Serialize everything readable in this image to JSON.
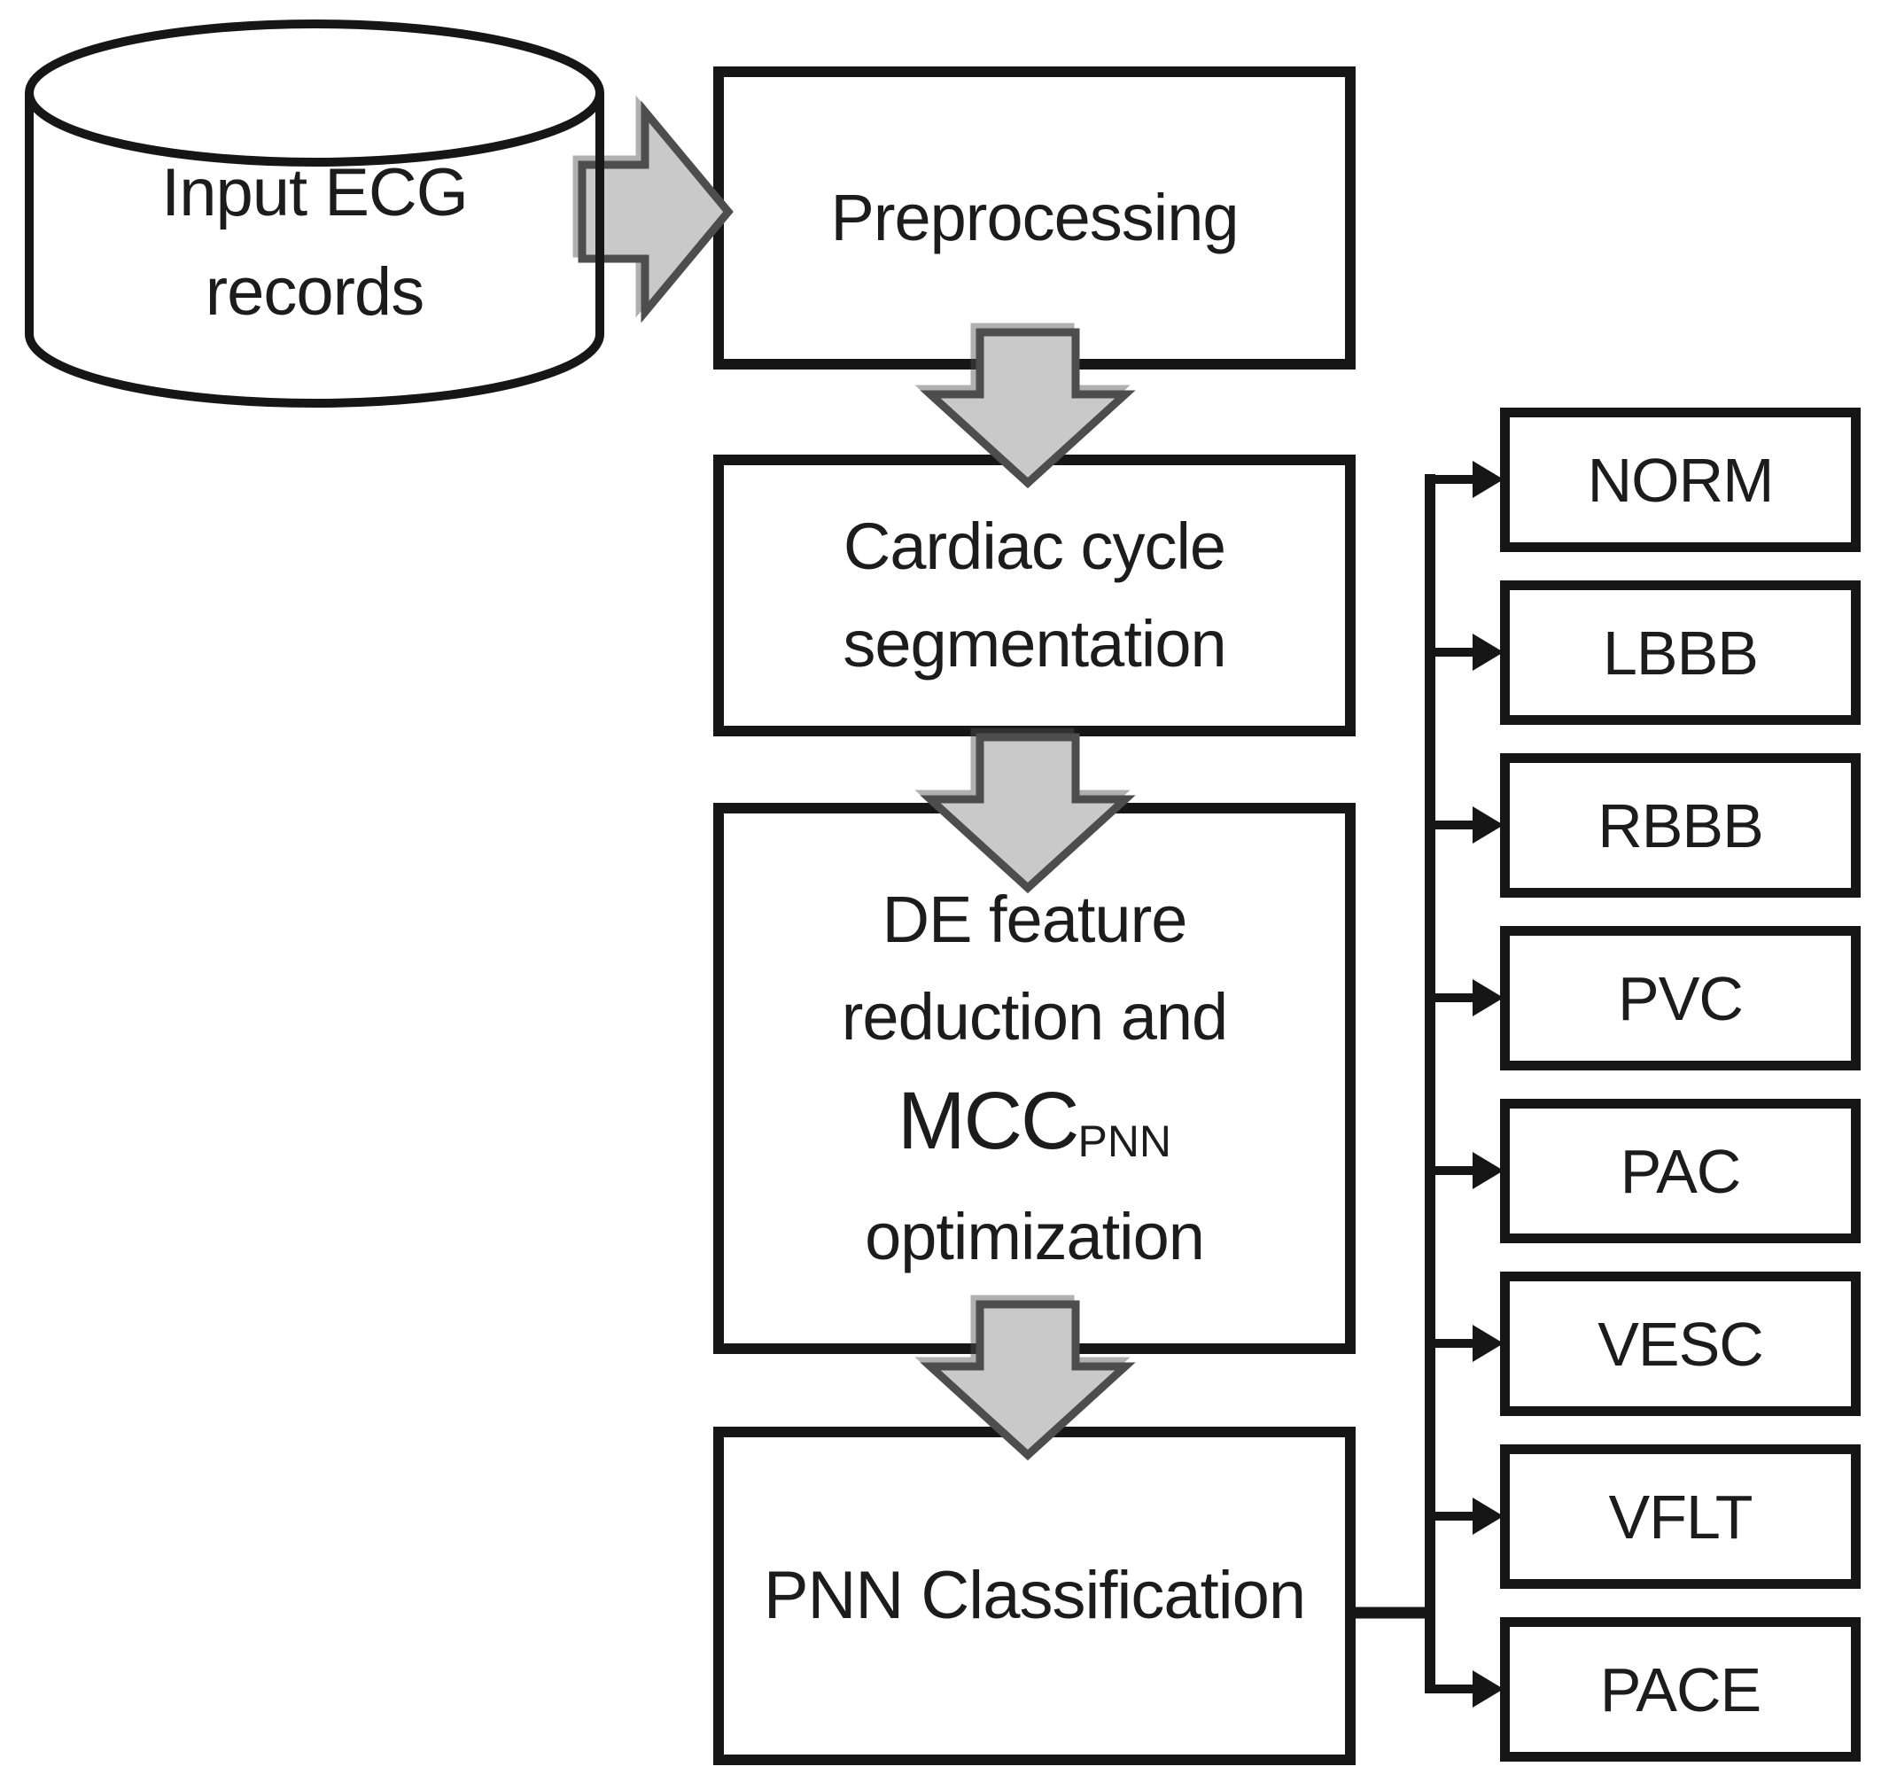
{
  "flowchart": {
    "database": {
      "line1": "Input ECG",
      "line2": "records"
    },
    "steps": {
      "preprocessing": {
        "label": "Preprocessing"
      },
      "segmentation": {
        "line1": "Cardiac cycle",
        "line2": "segmentation"
      },
      "feature_reduction": {
        "line1": "DE feature",
        "line2": "reduction and",
        "mcc_main": "MCC",
        "mcc_sub": "PNN",
        "line4": "optimization"
      },
      "classification": {
        "label": "PNN Classification"
      }
    },
    "outputs": [
      "NORM",
      "LBBB",
      "RBBB",
      "PVC",
      "PAC",
      "VESC",
      "VFLT",
      "PACE"
    ],
    "colors": {
      "background": "#ffffff",
      "line": "#161616",
      "text": "#1c1c1c",
      "arrow_fill": "#c9c9c9",
      "arrow_stroke": "#4d4d4d"
    }
  }
}
